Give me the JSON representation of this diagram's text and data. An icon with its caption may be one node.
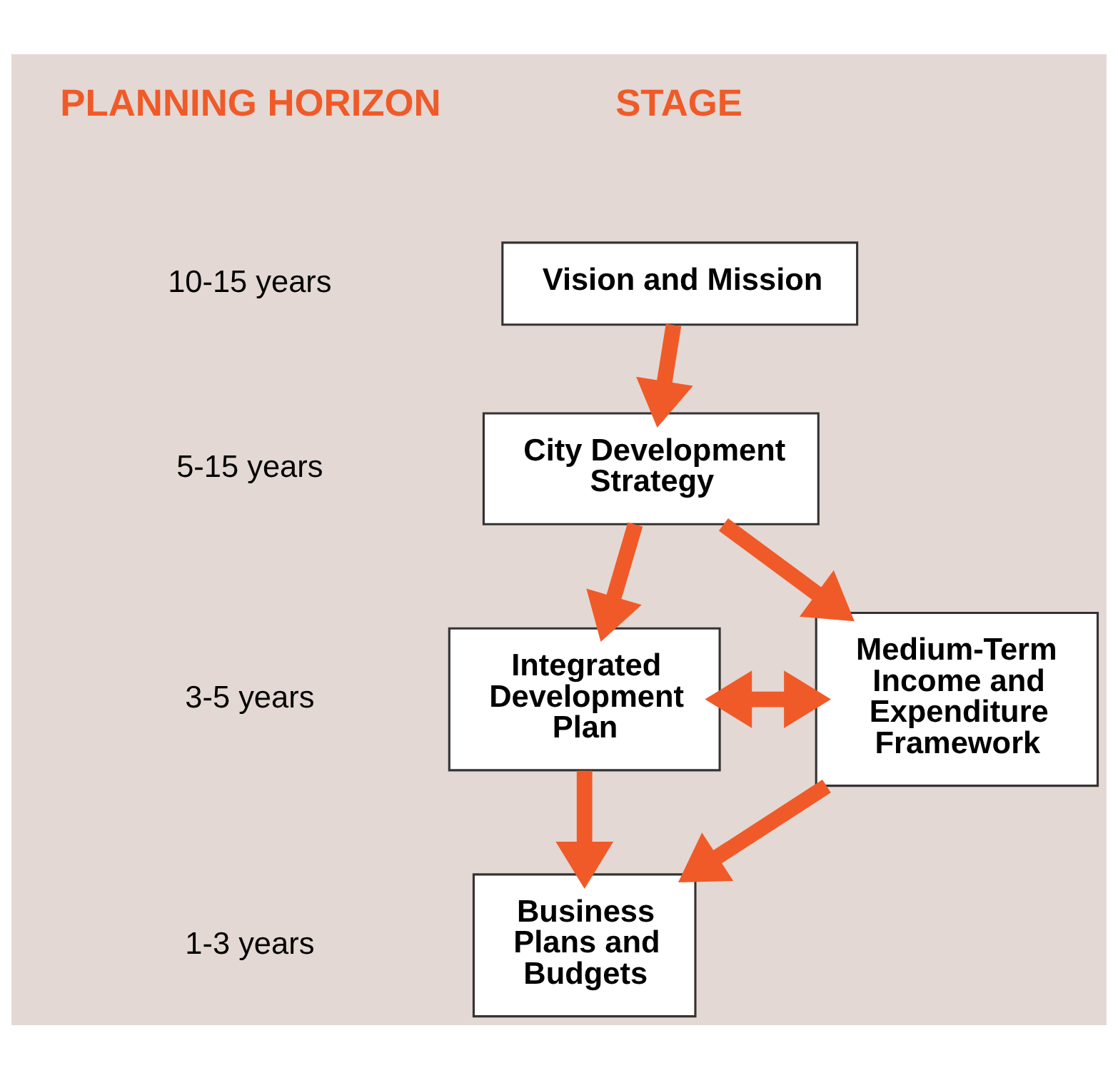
{
  "diagram": {
    "nodes": [
      {
        "text": [
          "Vision and Mission"
        ]
      },
      {
        "text": [
          "City Development Strategy"
        ]
      },
      {
        "text": [
          "Integrated Development Plan"
        ]
      },
      {
        "text": [
          "Medium-Term Income and Expenditure Framework"
        ]
      },
      {
        "text": [
          "Business Plans and Budgets"
        ]
      }
    ],
    "edges": [
      {
        "from": 0,
        "to": 1,
        "arrow": "to"
      },
      {
        "from": 1,
        "to": 2,
        "arrow": "to"
      },
      {
        "from": 1,
        "to": 3,
        "arrow": "to"
      },
      {
        "from": 2,
        "to": 3,
        "arrow": "both"
      },
      {
        "from": 2,
        "to": 4,
        "arrow": "to"
      },
      {
        "from": 3,
        "to": 4,
        "arrow": "to"
      }
    ],
    "labels": [
      "PLANNING HORIZON",
      "STAGE",
      "10-15 years",
      "5-15 years",
      "3-5 years",
      "1-3 years"
    ]
  }
}
